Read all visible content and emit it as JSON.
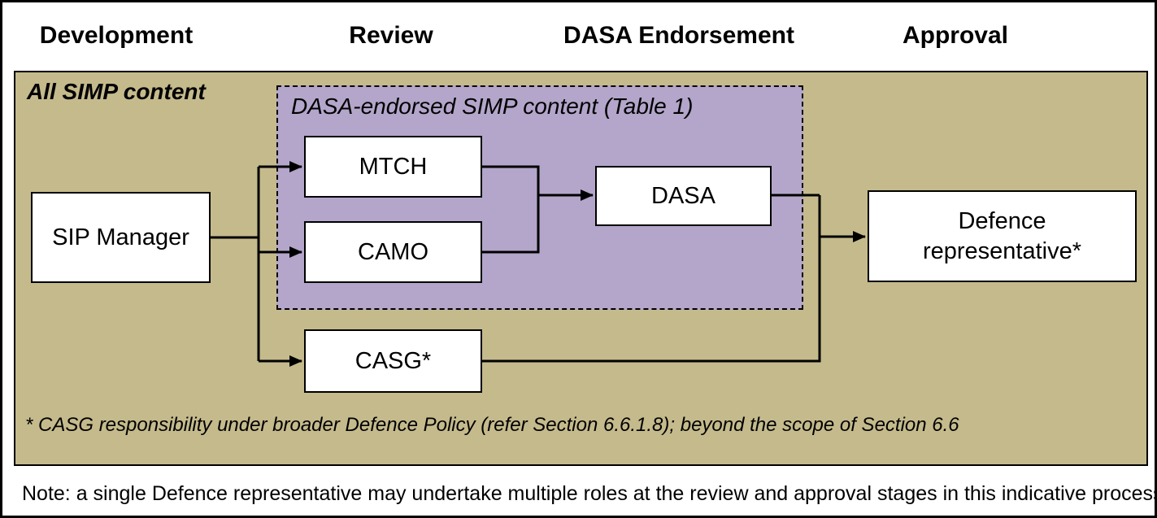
{
  "header": {
    "columns": [
      "Development",
      "Review",
      "DASA Endorsement",
      "Approval"
    ]
  },
  "diagram": {
    "outer_label": "All SIMP content",
    "purple_label": "DASA-endorsed SIMP content (Table 1)",
    "nodes": {
      "sip_manager": "SIP Manager",
      "mtch": "MTCH",
      "camo": "CAMO",
      "dasa": "DASA",
      "casg": "CASG*",
      "defence_rep": "Defence representative*"
    },
    "footnote": "* CASG responsibility under broader Defence Policy (refer Section 6.6.1.8); beyond the scope of Section 6.6",
    "colors": {
      "tan": "#c5ba8c",
      "purple": "#b3a6ca"
    }
  },
  "note": "Note: a single Defence representative may undertake multiple roles at the review and approval stages in this indicative process"
}
